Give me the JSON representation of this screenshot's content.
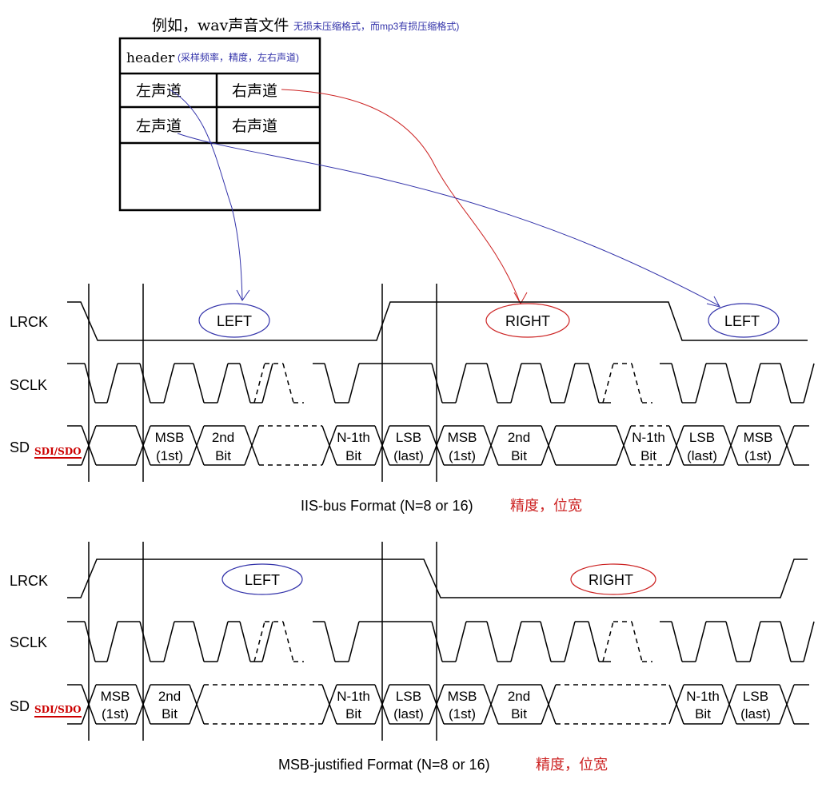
{
  "wav_box": {
    "title": "例如，wav声音文件",
    "title_note": "无损未压缩格式，而mp3有损压缩格式)",
    "header": "header",
    "header_note": "(采样频率，精度，左右声道)",
    "rows": [
      [
        "左声道",
        "右声道"
      ],
      [
        "左声道",
        "右声道"
      ]
    ]
  },
  "signals": {
    "lrck": "LRCK",
    "sclk": "SCLK",
    "sd": "SD",
    "sd_note": "SDI/SDO"
  },
  "iis": {
    "caption": "IIS-bus Format (N=8 or 16)",
    "caption_note": "精度，位宽",
    "channel_labels": [
      "LEFT",
      "RIGHT",
      "LEFT"
    ],
    "cells": [
      [
        "MSB",
        "(1st)"
      ],
      [
        "2nd",
        "Bit"
      ],
      [
        "N-1th",
        "Bit"
      ],
      [
        "LSB",
        "(last)"
      ],
      [
        "MSB",
        "(1st)"
      ],
      [
        "2nd",
        "Bit"
      ],
      [
        "N-1th",
        "Bit"
      ],
      [
        "LSB",
        "(last)"
      ],
      [
        "MSB",
        "(1st)"
      ]
    ]
  },
  "msb": {
    "caption": "MSB-justified Format (N=8 or 16)",
    "caption_note": "精度，位宽",
    "channel_labels": [
      "LEFT",
      "RIGHT"
    ],
    "cells": [
      [
        "MSB",
        "(1st)"
      ],
      [
        "2nd",
        "Bit"
      ],
      [
        "N-1th",
        "Bit"
      ],
      [
        "LSB",
        "(last)"
      ],
      [
        "MSB",
        "(1st)"
      ],
      [
        "2nd",
        "Bit"
      ],
      [
        "N-1th",
        "Bit"
      ],
      [
        "LSB",
        "(last)"
      ]
    ]
  },
  "colors": {
    "annotation_blue": "#3333aa",
    "annotation_red": "#cc2222",
    "line": "#000000"
  }
}
